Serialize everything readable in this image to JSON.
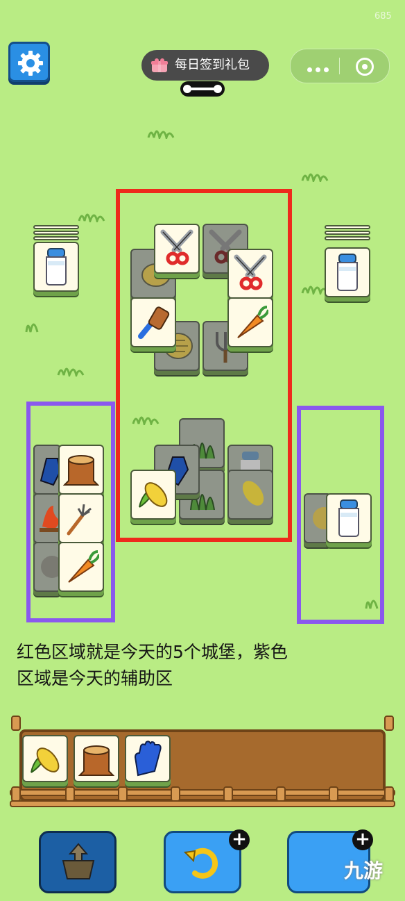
{
  "status": {
    "fps": "685"
  },
  "header": {
    "gift_label": "每日签到礼包"
  },
  "caption": {
    "line1": "红色区域就是今天的5个城堡，紫色",
    "line2": "区域是今天的辅助区"
  },
  "tray": {
    "slots": [
      "corn",
      "tree-stump",
      "blue-glove"
    ]
  },
  "watermark": "九游",
  "colors": {
    "background": "#b9ec84",
    "castle_highlight": "#ee2a1c",
    "helper_highlight": "#8a58ee",
    "settings_button": "#2a8fe4"
  }
}
